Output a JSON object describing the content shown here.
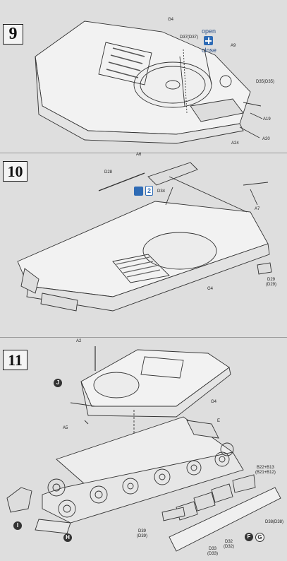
{
  "steps": [
    {
      "number": "9"
    },
    {
      "number": "10"
    },
    {
      "number": "11"
    }
  ],
  "step9": {
    "labels": {
      "g4": "G4",
      "d37": "D37(D37)",
      "open": "open",
      "close": "close",
      "a9": "A9",
      "d35": "D35(D35)",
      "a19": "A19",
      "a20": "A20",
      "a24": "A24"
    }
  },
  "step10": {
    "labels": {
      "a6": "A6",
      "d28": "D28",
      "x2": "2",
      "d34": "D34",
      "a7": "A7",
      "g4": "G4",
      "d29": "D29",
      "d29b": "(D29)"
    }
  },
  "step11": {
    "labels": {
      "a2": "A2",
      "j": "J",
      "g4": "G4",
      "a5": "A5",
      "e": "E",
      "b22": "B22+B13",
      "b21": "(B21+B12)",
      "d38": "D38(D38)",
      "i": "I",
      "h": "H",
      "d39": "D39",
      "d39b": "(D39)",
      "d33": "D33",
      "d33b": "(D33)",
      "d32": "D32",
      "d32b": "(D32)",
      "f": "F",
      "g": "G"
    }
  }
}
